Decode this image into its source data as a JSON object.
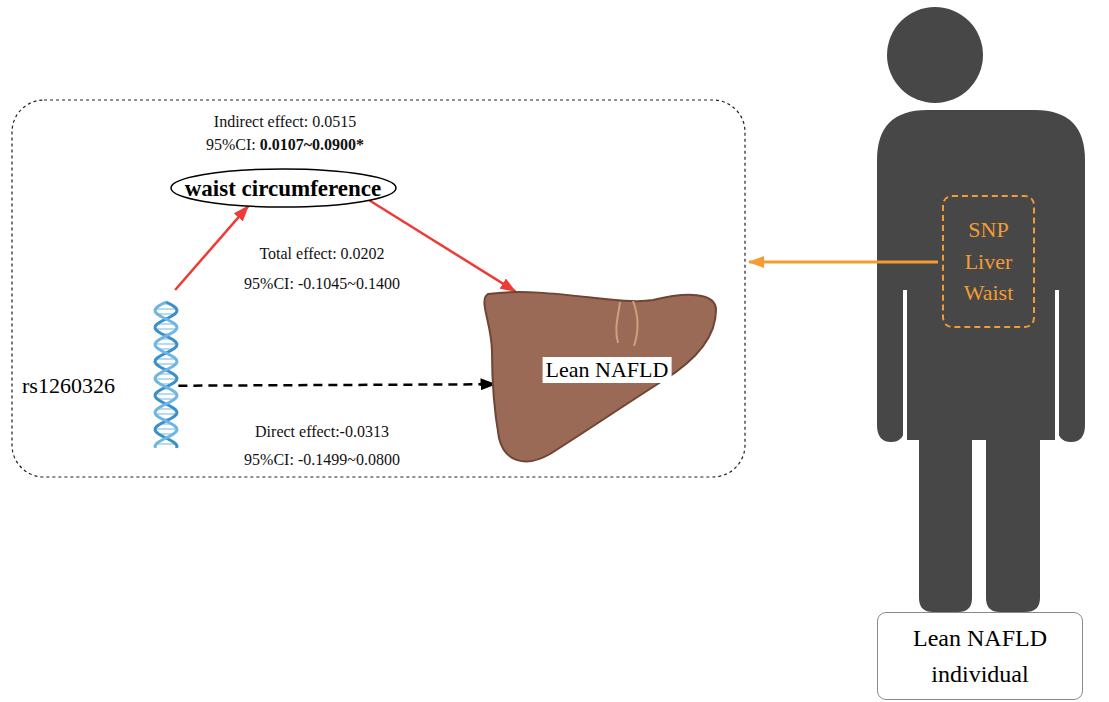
{
  "diagram": {
    "nodes": [
      {
        "text": [
          "waist circumference"
        ]
      },
      {
        "text": [
          "rs1260326"
        ]
      },
      {
        "text": [
          "Lean NAFLD"
        ]
      },
      {
        "text": [
          "SNP Liver Waist"
        ]
      },
      {
        "text": [
          "Lean NAFLD individual"
        ]
      }
    ],
    "edges": [
      {
        "from": 1,
        "to": 0,
        "arrow": "to"
      },
      {
        "from": 0,
        "to": 2,
        "arrow": "to"
      },
      {
        "from": 1,
        "to": 2,
        "arrow": "to"
      }
    ],
    "labels": [
      "Indirect effect: 0.0515",
      "95%CI:",
      "0.0107~0.0900*",
      "Total effect: 0.0202",
      "95%CI: -0.1045~0.1400",
      "Direct effect:-0.0313",
      "95%CI: -0.1499~0.0800"
    ]
  }
}
